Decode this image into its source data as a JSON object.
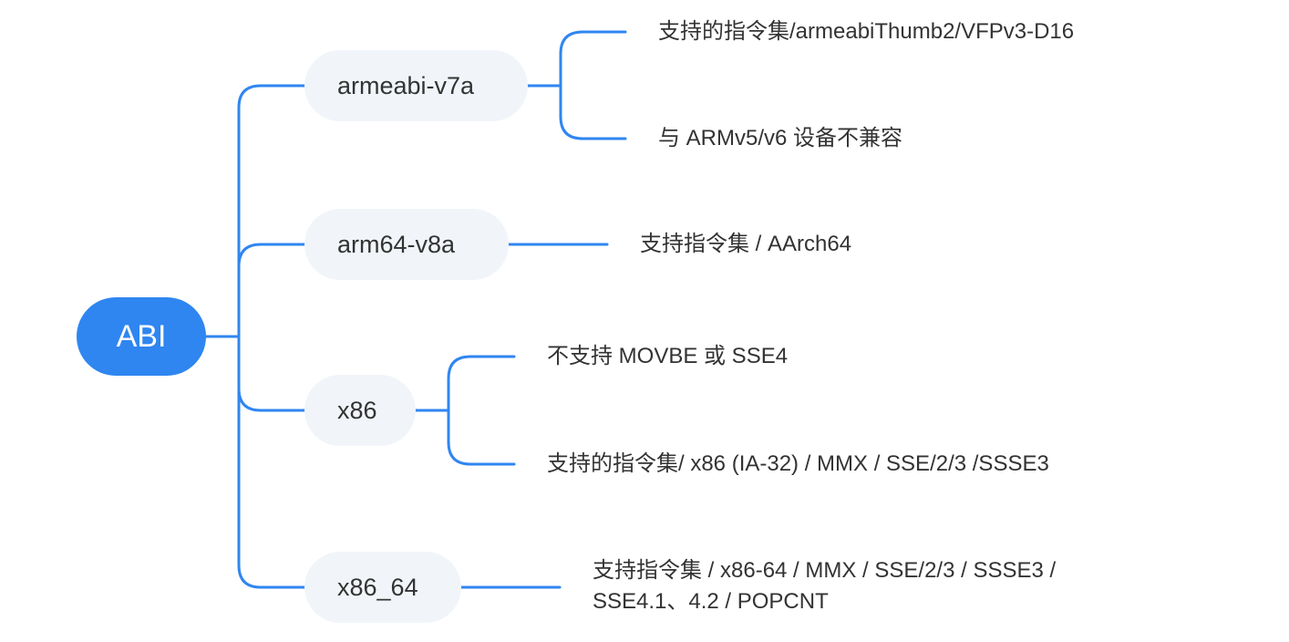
{
  "colors": {
    "accent": "#2f86f0",
    "node_fill": "#f1f5f9",
    "text": "#333333"
  },
  "root": {
    "label": "ABI"
  },
  "branches": [
    {
      "label": "armeabi-v7a",
      "children": [
        "支持的指令集/armeabiThumb2/VFPv3-D16",
        "与 ARMv5/v6 设备不兼容"
      ]
    },
    {
      "label": "arm64-v8a",
      "children": [
        "支持指令集 / AArch64"
      ]
    },
    {
      "label": "x86",
      "children": [
        "不支持 MOVBE 或 SSE4",
        "支持的指令集/ x86 (IA-32) / MMX / SSE/2/3 /SSSE3"
      ]
    },
    {
      "label": "x86_64",
      "children": [
        "支持指令集 / x86-64 / MMX / SSE/2/3 / SSSE3 /",
        "SSE4.1、4.2 / POPCNT"
      ]
    }
  ]
}
